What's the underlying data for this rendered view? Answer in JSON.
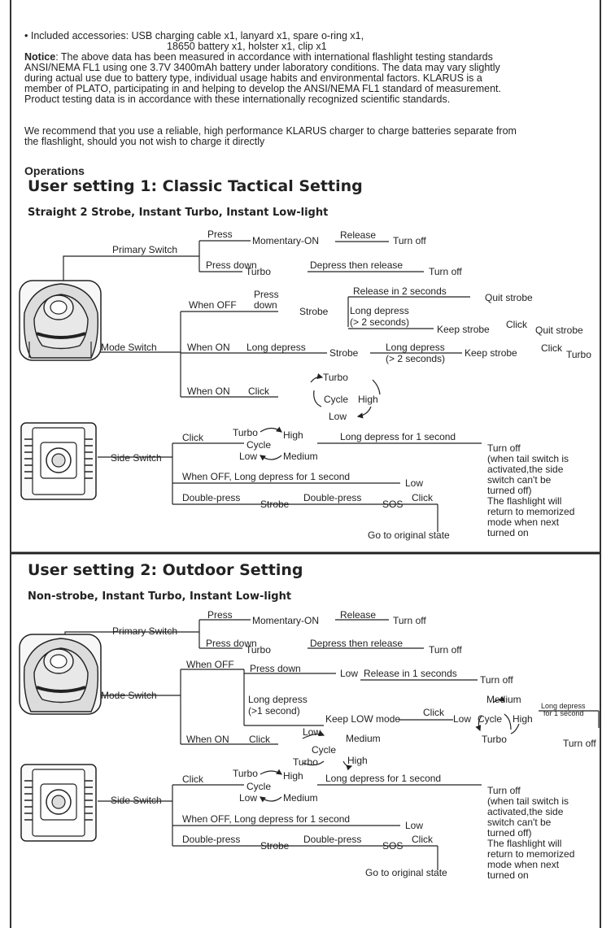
{
  "intro": {
    "accessories_line1": "• Included accessories: USB charging cable x1, lanyard x1, spare o-ring x1,",
    "accessories_line2": "18650 battery x1, holster x1, clip x1",
    "notice_label": "Notice",
    "notice_lines": [
      ": The above data has been measured in accordance with international flashlight testing standards",
      "ANSI/NEMA FL1 using one 3.7V 3400mAh battery under laboratory conditions. The data may vary slightly",
      "during actual use due to battery type, individual usage habits and environmental factors. KLARUS is a",
      "member of PLATO, participating in and helping to develop the ANSI/NEMA FL1 standard of measurement.",
      "Product testing data is in accordance with these internationally recognized scientific standards."
    ],
    "recommend_lines": [
      "We recommend that you use a reliable, high performance KLARUS charger to charge batteries separate from",
      "the flashlight, should you not wish to charge it directly"
    ]
  },
  "operations": {
    "heading": "Operations",
    "setting1": {
      "title": "User setting 1: Classic Tactical Setting",
      "subtitle": "Straight 2 Strobe, Instant Turbo, Instant Low-light",
      "primary_switch": "Primary Switch",
      "press": "Press",
      "momentary_on": "Momentary-ON",
      "release": "Release",
      "turn_off": "Turn off",
      "press_down": "Press down",
      "turbo": "Turbo",
      "depress_then_release": "Depress then release",
      "mode_switch": "Mode Switch",
      "when_off": "When OFF",
      "press_down_l1": "Press",
      "press_down_l2": "down",
      "strobe": "Strobe",
      "release_in_2s": "Release in 2 seconds",
      "quit_strobe": "Quit strobe",
      "long_depress": "Long depress",
      "gt_2s": "(> 2 seconds)",
      "keep_strobe": "Keep strobe",
      "click": "Click",
      "when_on": "When ON",
      "cycle": "Cycle",
      "high": "High",
      "low": "Low",
      "medium": "Medium",
      "side_switch": "Side Switch",
      "long_depress_1s": "Long depress for 1 second",
      "turn_off_note": [
        "Turn off",
        "(when tail switch is",
        "activated,the side",
        "switch can't be",
        "turned off)",
        "The flashlight will",
        "return to memorized",
        "mode when next",
        "turned on"
      ],
      "when_off_long_1s": "When OFF, Long depress for 1 second",
      "double_press": "Double-press",
      "sos": "SOS",
      "go_original": "Go to original state"
    },
    "setting2": {
      "title": "User setting 2: Outdoor Setting",
      "subtitle": "Non-strobe, Instant Turbo, Instant Low-light",
      "release_in_1s": "Release in 1 seconds",
      "long_depress": "Long depress",
      "gt_1s": "(>1 second)",
      "keep_low_mode": "Keep LOW mode",
      "long_depress_small": "Long depress",
      "for_1_second_small": "for 1 second"
    }
  }
}
